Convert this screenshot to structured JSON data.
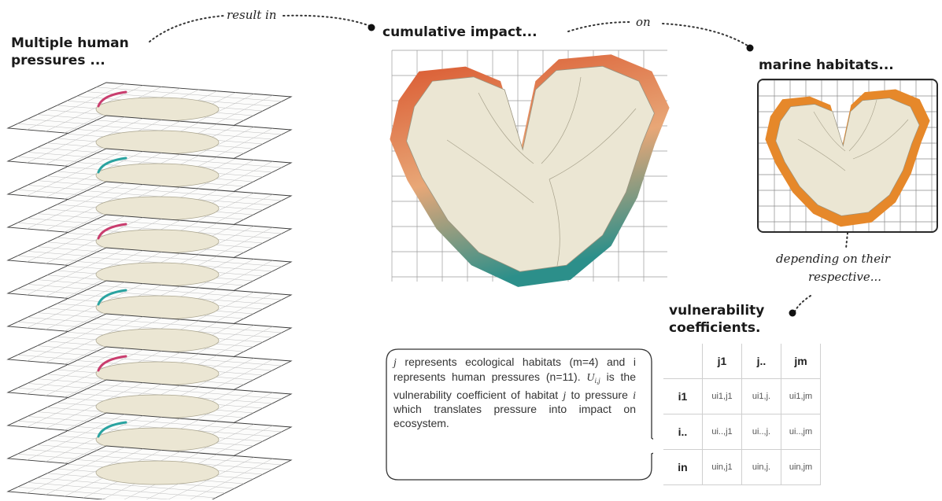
{
  "labels": {
    "pressures_line1": "Multiple human",
    "pressures_line2": "pressures ...",
    "result_in": "result in",
    "cumulative_impact": "cumulative impact...",
    "on": "on",
    "marine_habitats": "marine habitats...",
    "depending_line1": "depending on their",
    "depending_line2": "respective...",
    "vulnerability_line1": "vulnerability",
    "vulnerability_line2": "coefficients."
  },
  "callout": {
    "j": "j",
    "t1": " represents ecological habitats (m=4) and i represents human pressures (n=11). ",
    "u": "U",
    "usub": "i,j",
    "t2": " is the vulnerability coefficient of habitat ",
    "j2": "j",
    "t3": " to pressure ",
    "i2": "i",
    "t4": " which translates pressure into impact on ecosystem."
  },
  "table": {
    "col_headers": [
      "j1",
      "j..",
      "jm"
    ],
    "rows": [
      {
        "header": "i1",
        "cells": [
          "ui1,j1",
          "ui1,j.",
          "ui1,jm"
        ]
      },
      {
        "header": "i..",
        "cells": [
          "ui..,j1",
          "ui..,j.",
          "ui..,jm"
        ]
      },
      {
        "header": "in",
        "cells": [
          "uin,j1",
          "uin,j.",
          "uin,jm"
        ]
      }
    ]
  },
  "colors": {
    "land": "#ebe6d3",
    "impact_high": "#d9532b",
    "impact_low": "#2c8f8a",
    "habitat": "#e6882a",
    "grid": "#9a9a9a"
  }
}
